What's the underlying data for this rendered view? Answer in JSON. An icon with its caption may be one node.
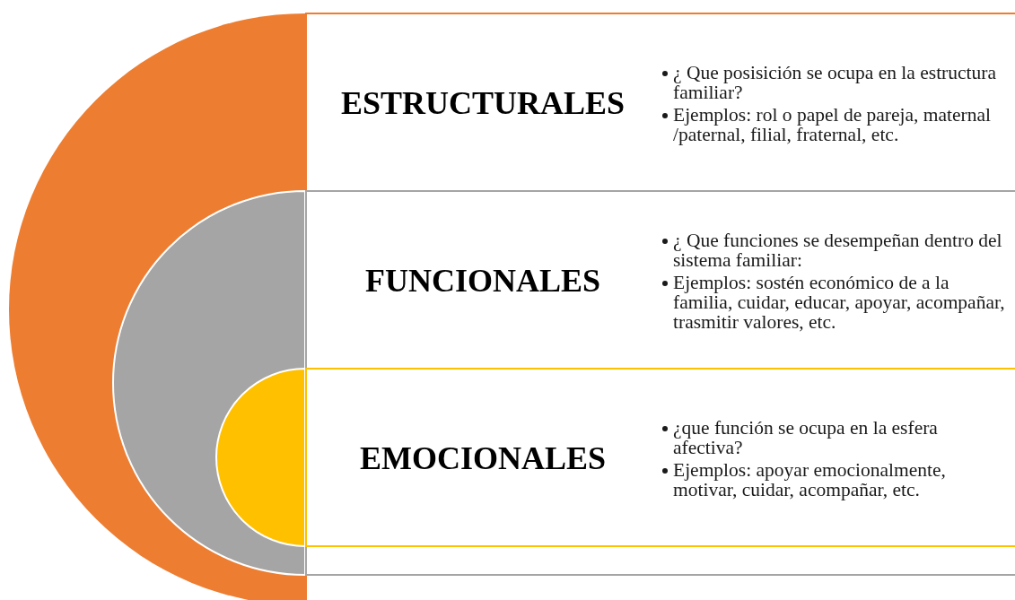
{
  "diagram": {
    "nodes": [
      {
        "text": [
          "ESTRUCTURALES",
          "¿ Que posisición se ocupa en la estructura familiar?",
          "Ejemplos: rol o papel de pareja, maternal /paternal, filial, fraternal, etc."
        ]
      },
      {
        "text": [
          "FUNCIONALES",
          "¿ Que funciones se desempeñan dentro del sistema familiar:",
          "Ejemplos: sostén económico de a la familia, cuidar, educar, apoyar, acompañar, trasmitir valores, etc."
        ]
      },
      {
        "text": [
          "EMOCIONALES",
          "¿que función se ocupa en la esfera afectiva?",
          "Ejemplos: apoyar emocionalmente, motivar, cuidar, acompañar, etc."
        ]
      }
    ]
  }
}
